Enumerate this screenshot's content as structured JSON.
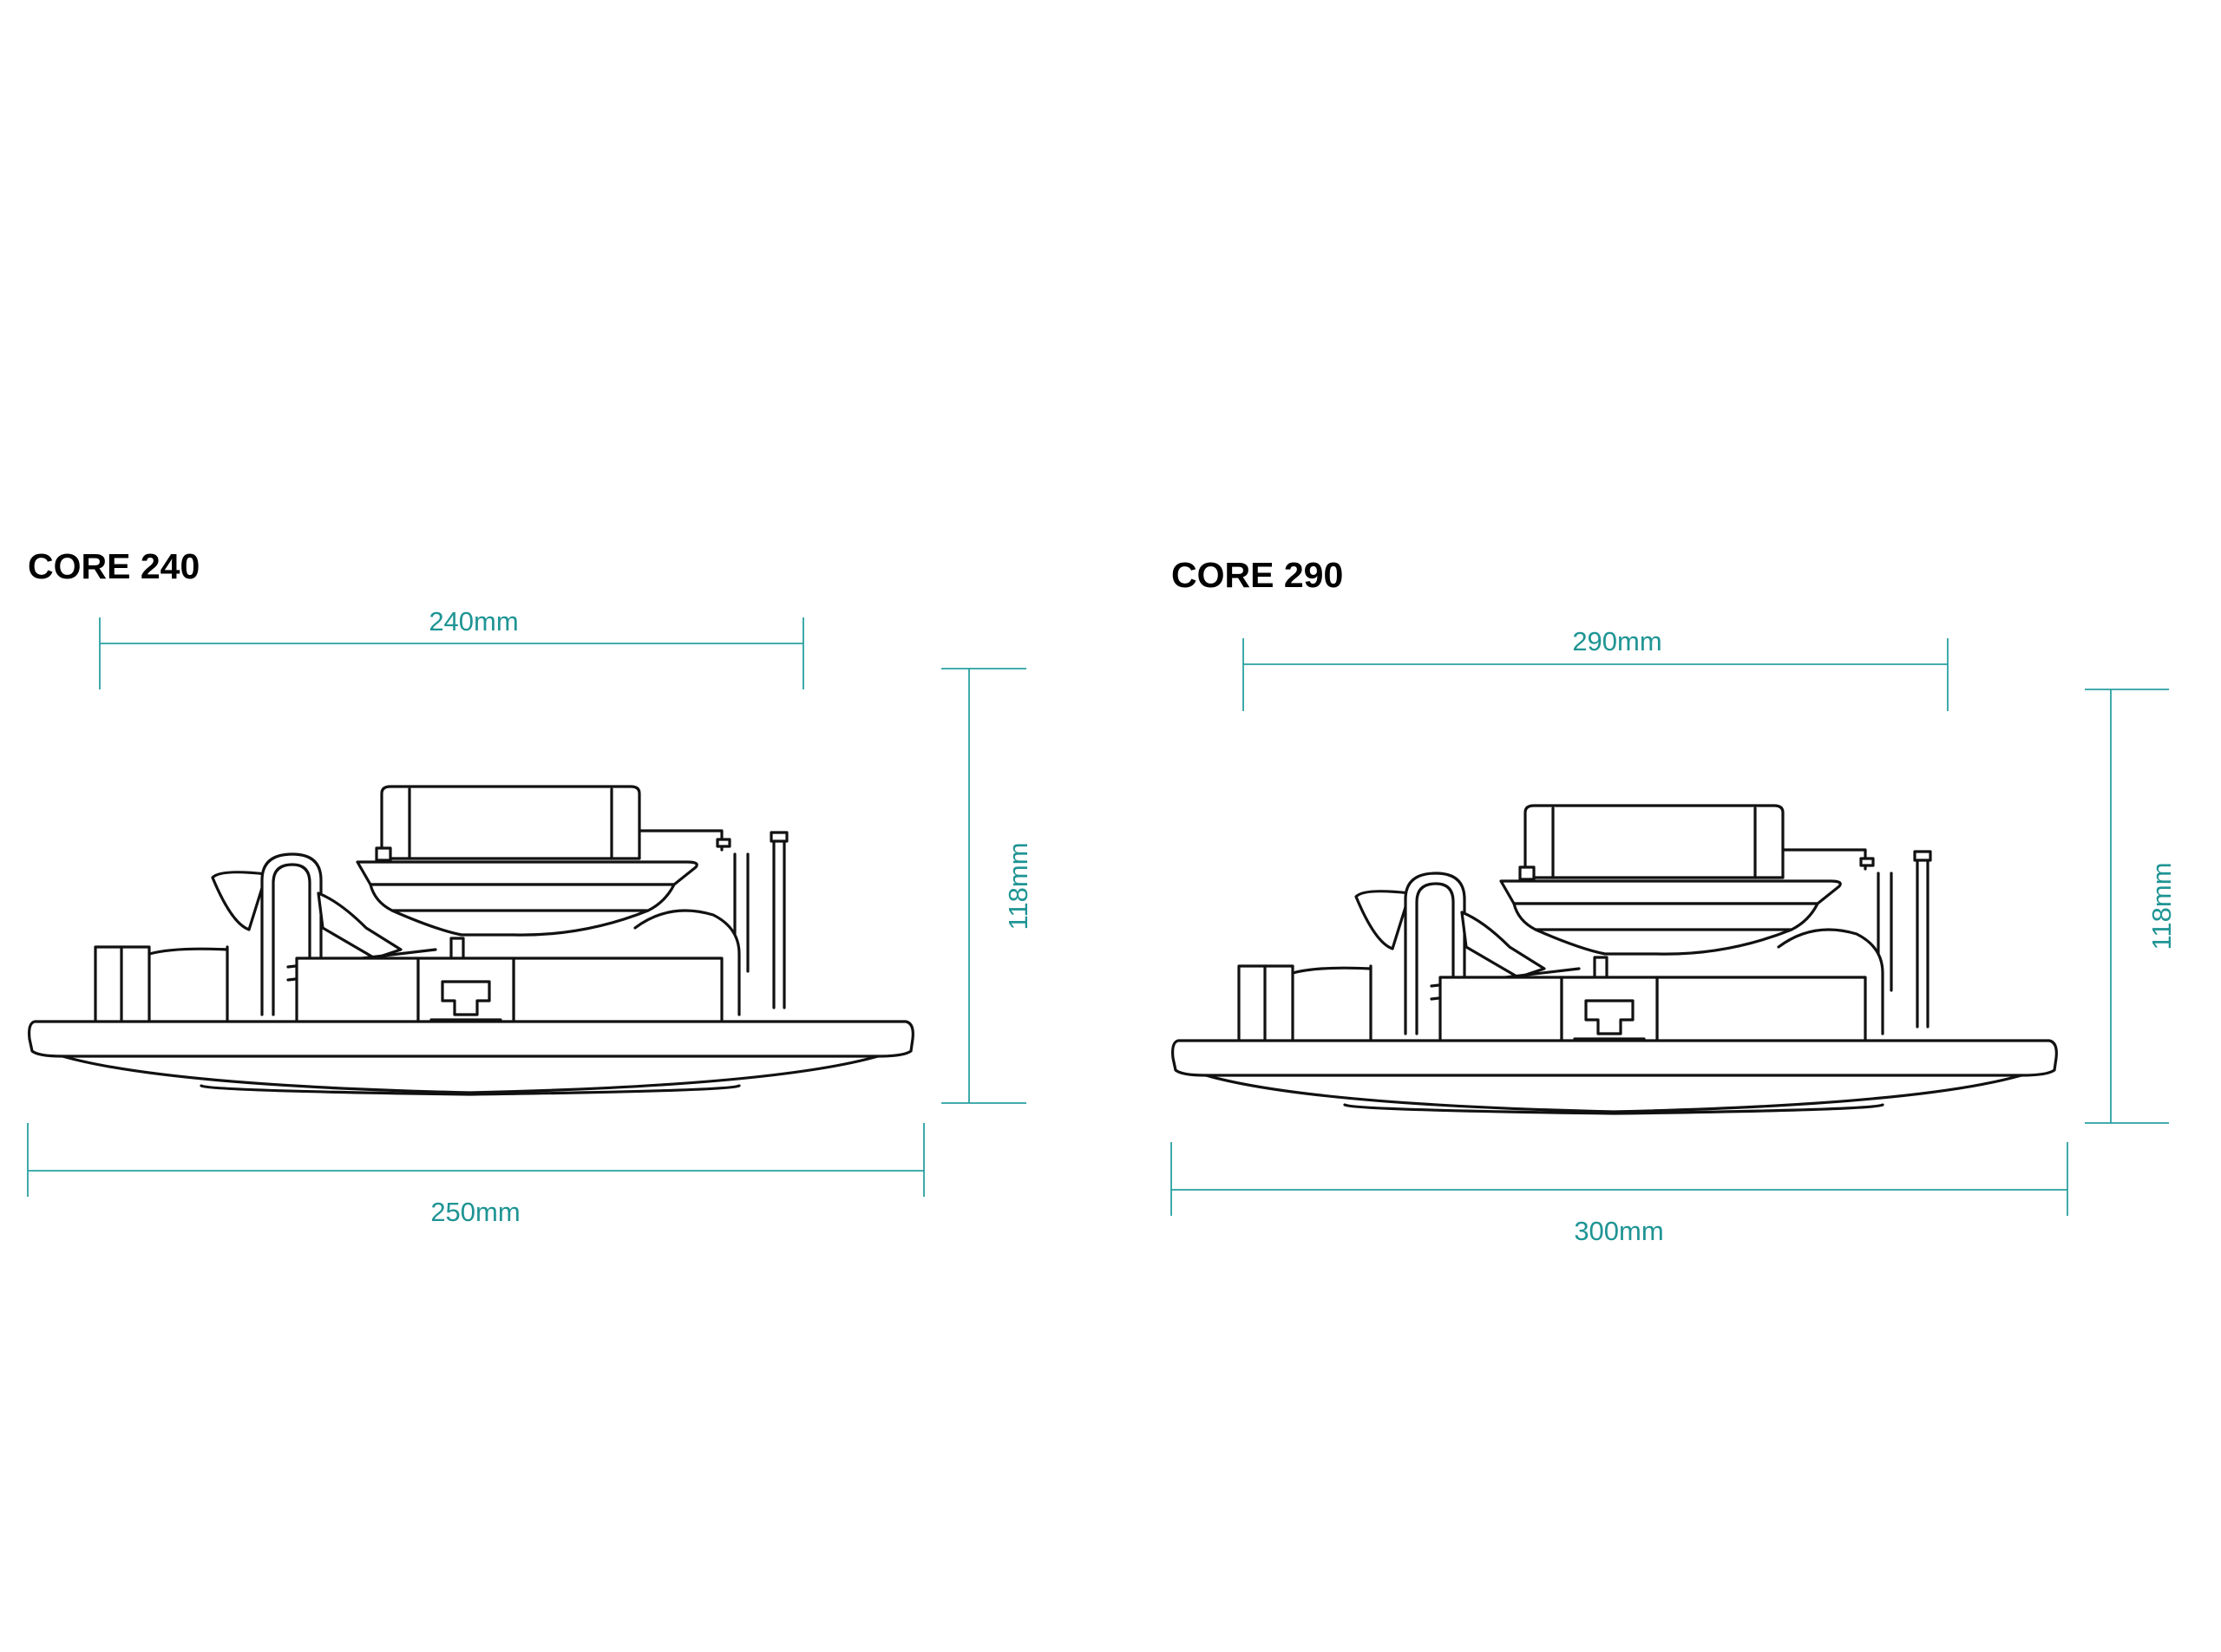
{
  "colors": {
    "dimension": "#1f9494",
    "outline": "#111111",
    "title": "#000000",
    "background": "#ffffff"
  },
  "models": [
    {
      "title": "CORE 240",
      "top_width_label": "240mm",
      "bottom_width_label": "250mm",
      "height_label": "118mm"
    },
    {
      "title": "CORE 290",
      "top_width_label": "290mm",
      "bottom_width_label": "300mm",
      "height_label": "118mm"
    }
  ]
}
